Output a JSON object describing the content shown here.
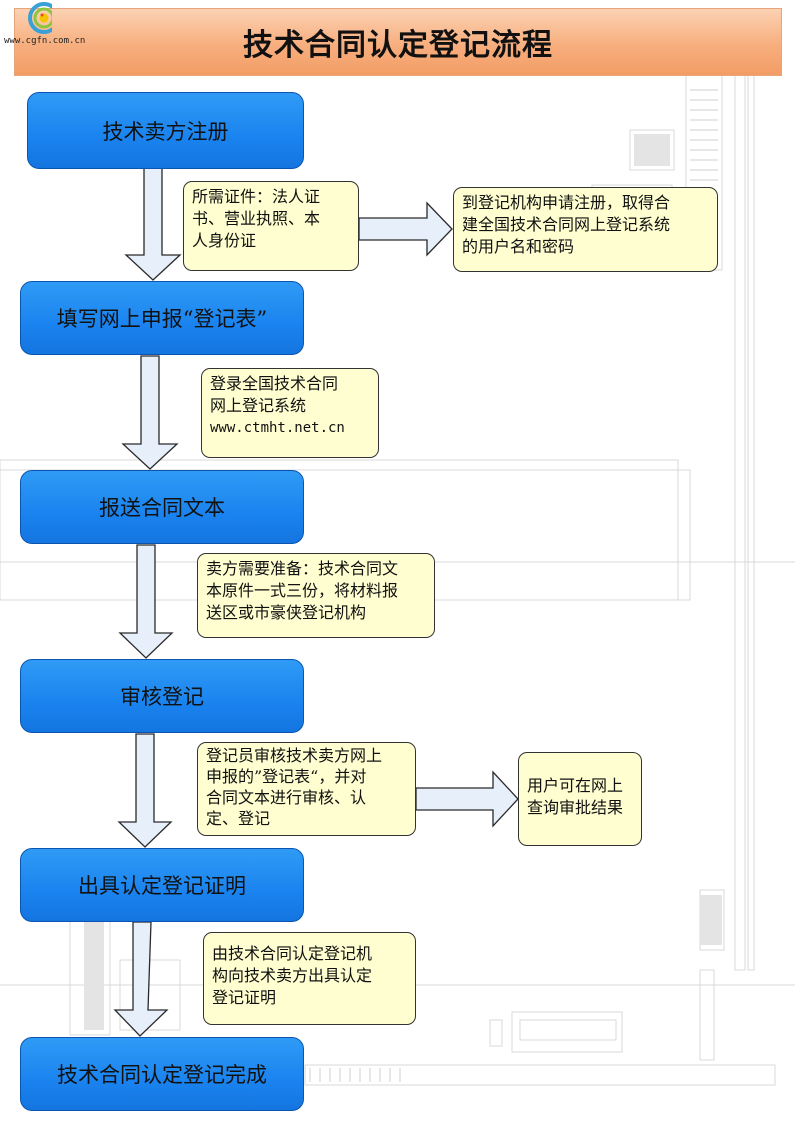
{
  "title": "技术合同认定登记流程",
  "logo": {
    "text": "www.cgfn.com.cn"
  },
  "steps": [
    {
      "label": "技术卖方注册"
    },
    {
      "label": "填写网上申报“登记表”"
    },
    {
      "label": "报送合同文本"
    },
    {
      "label": "审核登记"
    },
    {
      "label": "出具认定登记证明"
    },
    {
      "label": "技术合同认定登记完成"
    }
  ],
  "notes": {
    "required_docs": {
      "line1": "所需证件：法人证",
      "line2": "书、营业执照、本",
      "line3": "人身份证"
    },
    "register": {
      "line1": "到登记机构申请注册，取得合",
      "line2": "建全国技术合同网上登记系统",
      "line3": "的用户名和密码"
    },
    "login": {
      "line1": "登录全国技术合同",
      "line2": "网上登记系统",
      "line3": "www.ctmht.net.cn"
    },
    "prepare": {
      "line1": "卖方需要准备：技术合同文",
      "line2": "本原件一式三份，将材料报",
      "line3": "送区或市豪侠登记机构"
    },
    "review": {
      "line1": "登记员审核技术卖方网上",
      "line2": "申报的”登记表“，并对",
      "line3": "合同文本进行审核、认",
      "line4": "定、登记"
    },
    "query": {
      "line1": "用户可在网上",
      "line2": "查询审批结果"
    },
    "certificate": {
      "line1": "由技术合同认定登记机",
      "line2": "构向技术卖方出具认定",
      "line3": "登记证明"
    }
  },
  "colors": {
    "step_fill": "#1a83ef",
    "step_border": "#0b55b0",
    "note_fill": "#fefed0",
    "title_fill": "#f7ae7e",
    "arrow_fill": "#e6effa"
  }
}
